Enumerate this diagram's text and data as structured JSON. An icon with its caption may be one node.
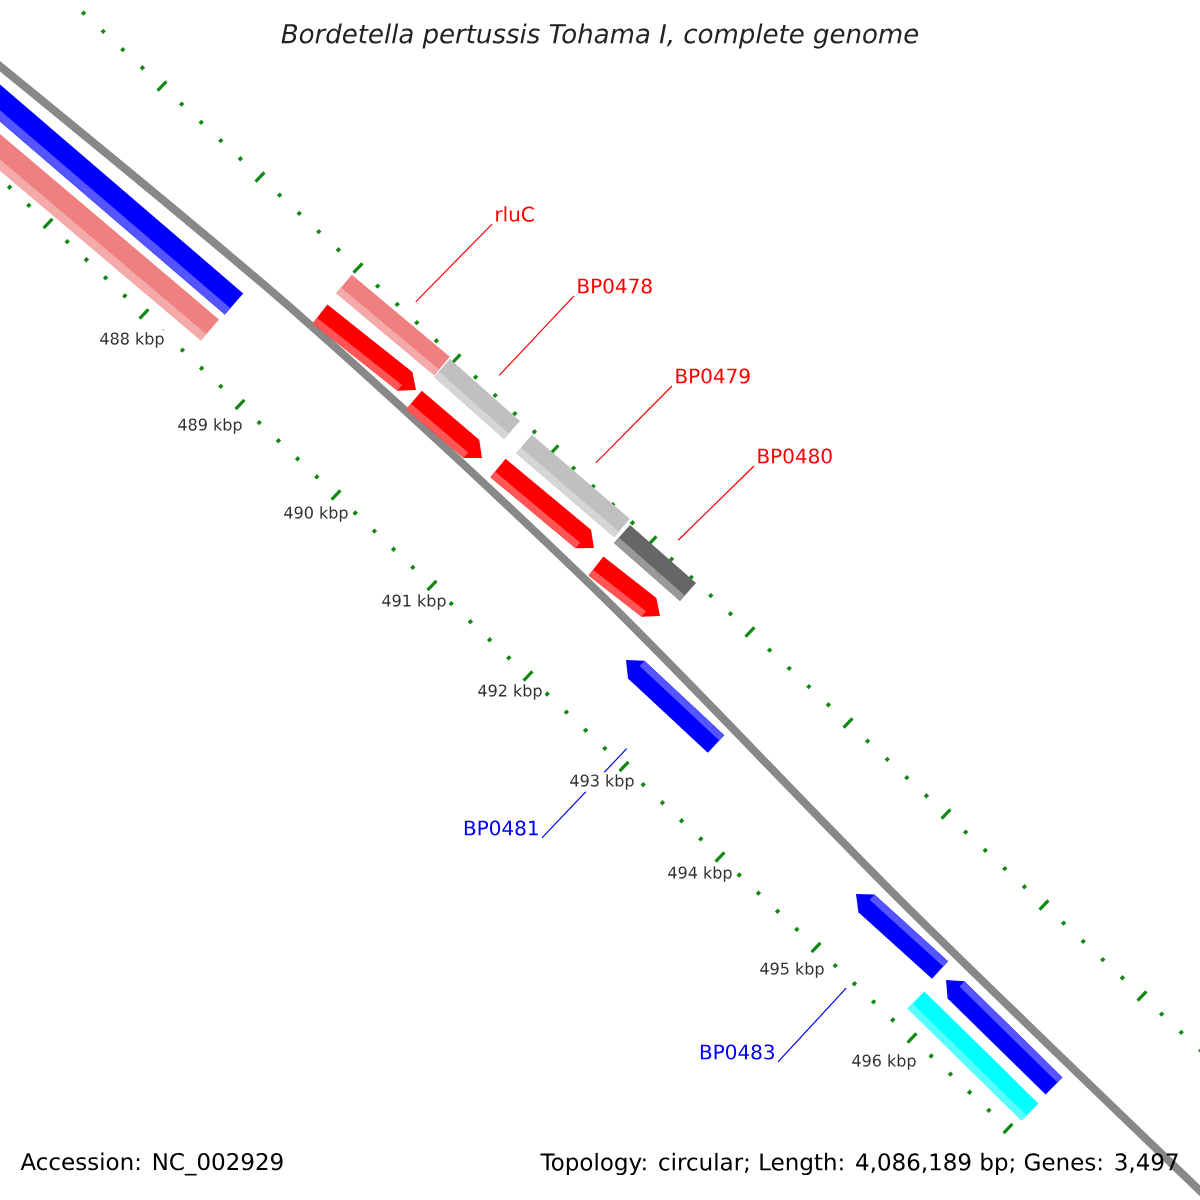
{
  "diagram": {
    "title": "Bordetella pertussis Tohama I, complete genome",
    "nodes": [
      {
        "text": [
          "rluC"
        ]
      },
      {
        "text": [
          "BP0478"
        ]
      },
      {
        "text": [
          "BP0479"
        ]
      },
      {
        "text": [
          "BP0480"
        ]
      },
      {
        "text": [
          "BP0481"
        ]
      },
      {
        "text": [
          "BP0483"
        ]
      },
      {
        "text": [],
        "shape": "bar"
      },
      {
        "text": [],
        "shape": "bar"
      },
      {
        "text": [],
        "shape": "bar"
      },
      {
        "text": [],
        "shape": "arrow"
      },
      {
        "text": [],
        "shape": "bar"
      },
      {
        "text": [],
        "shape": "arrow"
      },
      {
        "text": [],
        "shape": "bar"
      },
      {
        "text": [],
        "shape": "arrow"
      },
      {
        "text": [],
        "shape": "bar"
      },
      {
        "text": [],
        "shape": "arrow"
      },
      {
        "text": [],
        "shape": "arrow"
      },
      {
        "text": [],
        "shape": "arrow"
      },
      {
        "text": [],
        "shape": "arrow"
      },
      {
        "text": [],
        "shape": "bar"
      }
    ],
    "edges": [
      {
        "from": 0,
        "to": 8,
        "arrow": "none"
      },
      {
        "from": 1,
        "to": 10,
        "arrow": "none"
      },
      {
        "from": 2,
        "to": 12,
        "arrow": "none"
      },
      {
        "from": 3,
        "to": 14,
        "arrow": "none"
      },
      {
        "from": 4,
        "to": 16,
        "arrow": "none",
        "color": "#0000ff"
      },
      {
        "from": 5,
        "to": 17,
        "arrow": "none",
        "color": "#0000ff"
      }
    ],
    "labels": [
      "488 kbp",
      "489 kbp",
      "490 kbp",
      "491 kbp",
      "492 kbp",
      "493 kbp",
      "494 kbp",
      "495 kbp",
      "496 kbp",
      "Accession: NC_002929",
      "Topology: circular; Length: 4,086,189 bp; Genes: 3,497"
    ]
  }
}
